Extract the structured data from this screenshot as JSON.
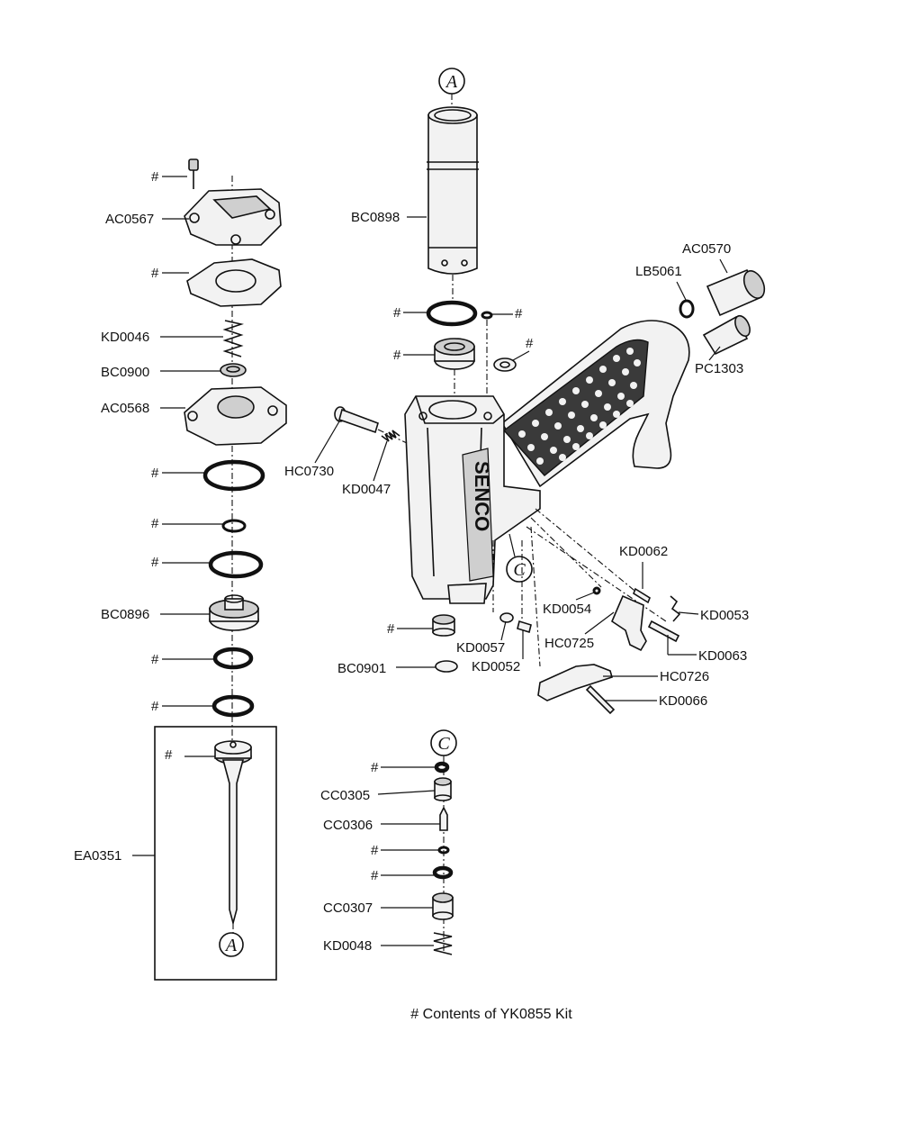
{
  "hash": "#",
  "footnote": "# Contents of YK0855 Kit",
  "callouts": {
    "a": "A",
    "c": "C"
  },
  "brand_logo_text": "SENCO",
  "labels": {
    "ac0567": "AC0567",
    "kd0046": "KD0046",
    "bc0900": "BC0900",
    "ac0568": "AC0568",
    "bc0896": "BC0896",
    "ea0351": "EA0351",
    "bc0898": "BC0898",
    "hc0730": "HC0730",
    "kd0047": "KD0047",
    "lb5061": "LB5061",
    "ac0570": "AC0570",
    "pc1303": "PC1303",
    "kd0062": "KD0062",
    "kd0054": "KD0054",
    "kd0053": "KD0053",
    "hc0725": "HC0725",
    "kd0063": "KD0063",
    "kd0057": "KD0057",
    "kd0052": "KD0052",
    "bc0901": "BC0901",
    "hc0726": "HC0726",
    "kd0066": "KD0066",
    "cc0305": "CC0305",
    "cc0306": "CC0306",
    "cc0307": "CC0307",
    "kd0048": "KD0048"
  }
}
